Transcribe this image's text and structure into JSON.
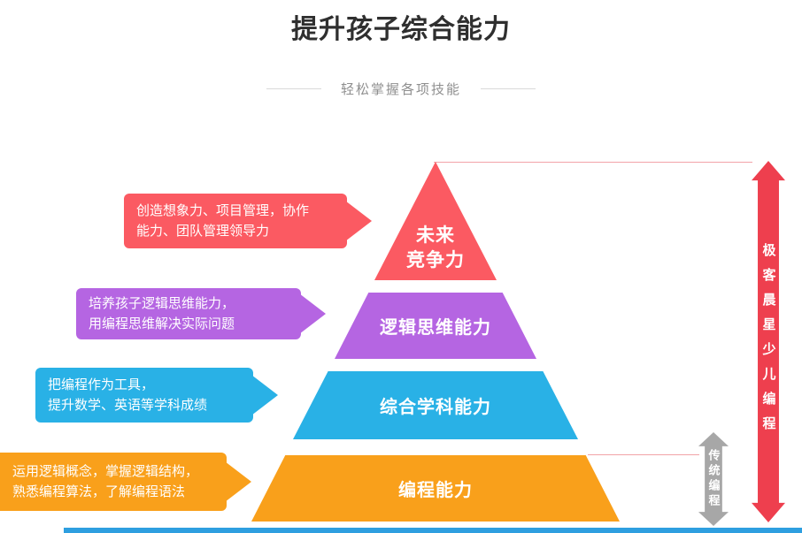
{
  "page": {
    "title": "提升孩子综合能力",
    "subtitle": "轻松掌握各项技能",
    "footer_bar_color": "#2e9fe0"
  },
  "pyramid": {
    "levels": [
      {
        "name": "future-competitiveness",
        "line1": "未来",
        "line2": "竞争力",
        "color": "#fb5a62"
      },
      {
        "name": "logical-thinking",
        "label": "逻辑思维能力",
        "color": "#b565e2"
      },
      {
        "name": "integrated-subjects",
        "label": "综合学科能力",
        "color": "#29b1e6"
      },
      {
        "name": "programming-ability",
        "label": "编程能力",
        "color": "#f9a01b"
      }
    ]
  },
  "callouts": [
    {
      "line1": "创造想象力、项目管理，协作",
      "line2": "能力、团队管理领导力",
      "color": "#fb5a62"
    },
    {
      "line1": "培养孩子逻辑思维能力，",
      "line2": "用编程思维解决实际问题",
      "color": "#b565e2"
    },
    {
      "line1": "把编程作为工具，",
      "line2": "提升数学、英语等学科成绩",
      "color": "#29b1e6"
    },
    {
      "line1": "运用逻辑概念，掌握逻辑结构，",
      "line2": "熟悉编程算法，了解编程语法",
      "color": "#f9a01b"
    }
  ],
  "arrows": {
    "geek": {
      "label": "极客晨星少儿编程",
      "color": "#ee3f4e"
    },
    "traditional": {
      "label": "传统编程",
      "color": "#a7a7a7"
    }
  },
  "connector_color": "#f2a3a8"
}
